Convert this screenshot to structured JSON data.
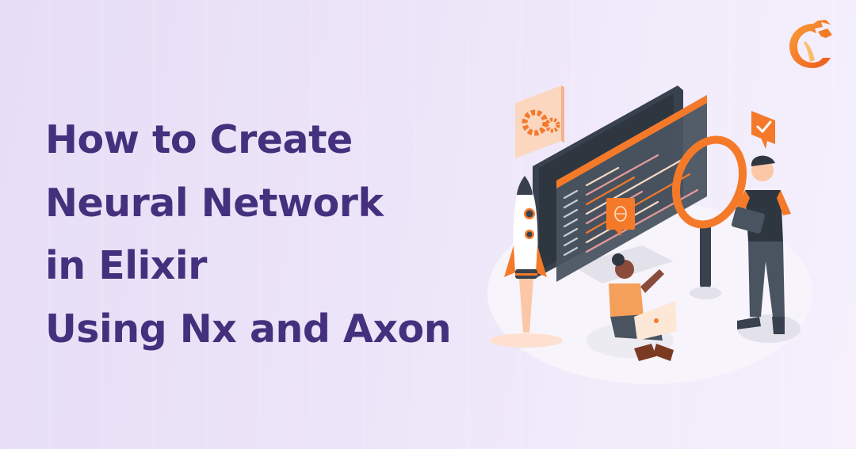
{
  "banner": {
    "title_lines": [
      "How to Create",
      "Neural Network",
      "in Elixir",
      "Using Nx and Axon"
    ],
    "colors": {
      "title": "#45307d",
      "accent": "#f47a2a",
      "dark": "#38414d",
      "background": "#ece4f8"
    }
  },
  "logo": {
    "icon": "phoenix-logo-icon"
  },
  "illustration": {
    "elements": [
      "gears-card-icon",
      "code-monitor",
      "code-window",
      "bug-badge-icon",
      "rocket-icon",
      "magnifying-glass-icon",
      "checkmark-badge-icon",
      "woman-with-laptop",
      "man-with-tablet"
    ]
  }
}
